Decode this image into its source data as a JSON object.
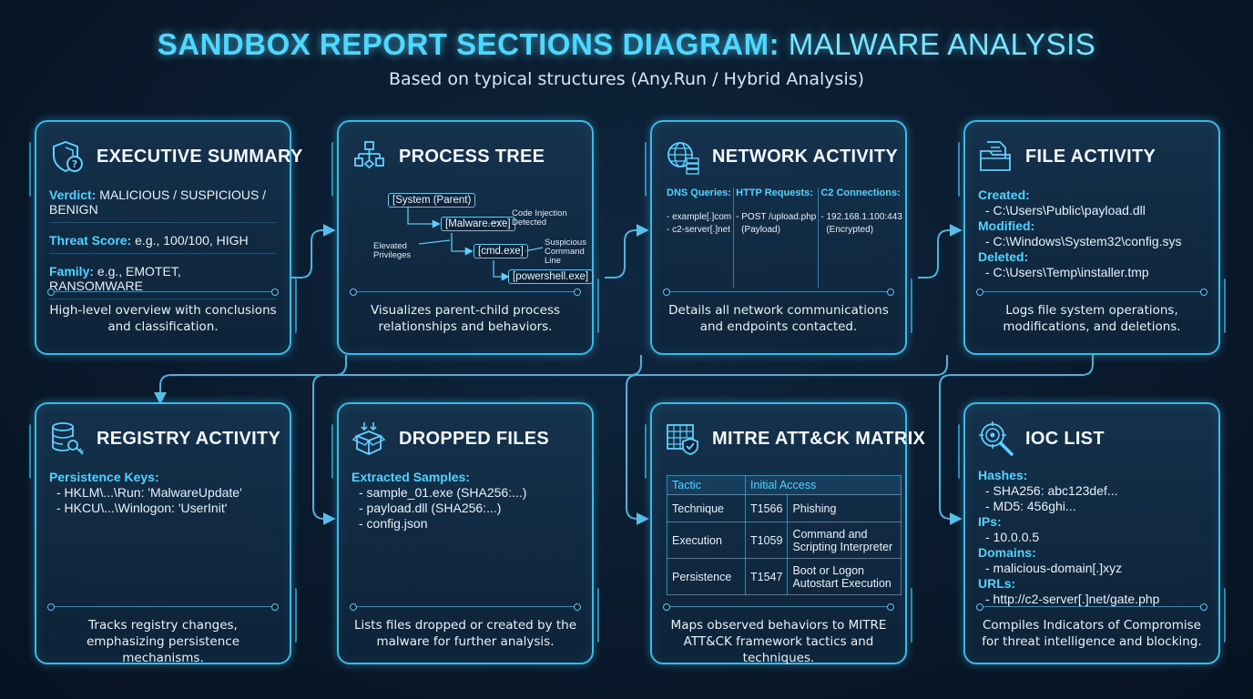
{
  "title_main": "SANDBOX REPORT SECTIONS DIAGRAM:",
  "title_accent": "MALWARE ANALYSIS",
  "subtitle": "Based on typical structures (Any.Run / Hybrid Analysis)",
  "colors": {
    "accent": "#3fb8e4",
    "highlight": "#4fd3ff",
    "background": "#0a1a2d"
  },
  "executive": {
    "icon": "shield-question-icon",
    "title": "EXECUTIVE SUMMARY",
    "rows": [
      {
        "k": "Verdict:",
        "v": "MALICIOUS / SUSPICIOUS / BENIGN"
      },
      {
        "k": "Threat Score:",
        "v": "e.g., 100/100, HIGH"
      },
      {
        "k": "Family:",
        "v": "e.g., EMOTET, RANSOMWARE"
      }
    ],
    "desc": "High-level overview with conclusions and classification."
  },
  "process": {
    "icon": "process-tree-icon",
    "title": "PROCESS TREE",
    "nodes": [
      "[System (Parent)",
      "[Malware.exe]",
      "[cmd.exe]",
      "[powershell.exe]"
    ],
    "notes": {
      "code": "Code Injection Detected",
      "elev": "Elevated Privileges",
      "susp": "Suspicious Command Line"
    },
    "desc": "Visualizes parent-child process relationships and behaviors."
  },
  "network": {
    "icon": "globe-server-icon",
    "title": "NETWORK ACTIVITY",
    "cols": [
      {
        "h": "DNS Queries:",
        "v1": "- example[.]com",
        "v2": "- c2-server[.]net"
      },
      {
        "h": "HTTP Requests:",
        "v1": "- POST /upload.php",
        "v2": "(Payload)"
      },
      {
        "h": "C2 Connections:",
        "v1": "- 192.168.1.100:443",
        "v2": "(Encrypted)"
      }
    ],
    "desc": "Details all network communications and endpoints contacted."
  },
  "file": {
    "icon": "folder-document-icon",
    "title": "FILE ACTIVITY",
    "created_label": "Created:",
    "created": "- C:\\Users\\Public\\payload.dll",
    "modified_label": "Modified:",
    "modified": "- C:\\Windows\\System32\\config.sys",
    "deleted_label": "Deleted:",
    "deleted": "- C:\\Users\\Temp\\installer.tmp",
    "desc": "Logs file system operations, modifications, and deletions."
  },
  "registry": {
    "icon": "database-key-icon",
    "title": "REGISTRY ACTIVITY",
    "label": "Persistence Keys:",
    "items": [
      "- HKLM\\...\\Run: 'MalwareUpdate'",
      "- HKCU\\...\\Winlogon: 'UserInit'"
    ],
    "desc": "Tracks registry changes, emphasizing persistence mechanisms."
  },
  "dropped": {
    "icon": "open-box-icon",
    "title": "DROPPED FILES",
    "label": "Extracted Samples:",
    "items": [
      "- sample_01.exe (SHA256:...)",
      "- payload.dll (SHA256:...)",
      "- config.json"
    ],
    "desc": "Lists files dropped or created by the malware for further analysis."
  },
  "mitre": {
    "icon": "grid-shield-icon",
    "title": "MITRE ATT&CK MATRIX",
    "header": [
      "Tactic",
      "Initial Access"
    ],
    "rows": [
      {
        "tactic": "Technique",
        "id": "T1566",
        "name": "Phishing"
      },
      {
        "tactic": "Execution",
        "id": "T1059",
        "name": "Command and Scripting Interpreter"
      },
      {
        "tactic": "Persistence",
        "id": "T1547",
        "name": "Boot or Logon Autostart Execution"
      }
    ],
    "desc": "Maps observed behaviors to MITRE ATT&CK framework tactics and techniques."
  },
  "ioc": {
    "icon": "target-magnifier-icon",
    "title": "IOC LIST",
    "hashes_label": "Hashes:",
    "hashes": [
      "- SHA256: abc123def...",
      "- MD5: 456ghi..."
    ],
    "ips_label": "IPs:",
    "ips": [
      "- 10.0.0.5"
    ],
    "domains_label": "Domains:",
    "domains": [
      "- malicious-domain[.]xyz"
    ],
    "urls_label": "URLs:",
    "urls": [
      "- http://c2-server[.]net/gate.php"
    ],
    "desc": "Compiles Indicators of Compromise for threat intelligence and blocking."
  }
}
